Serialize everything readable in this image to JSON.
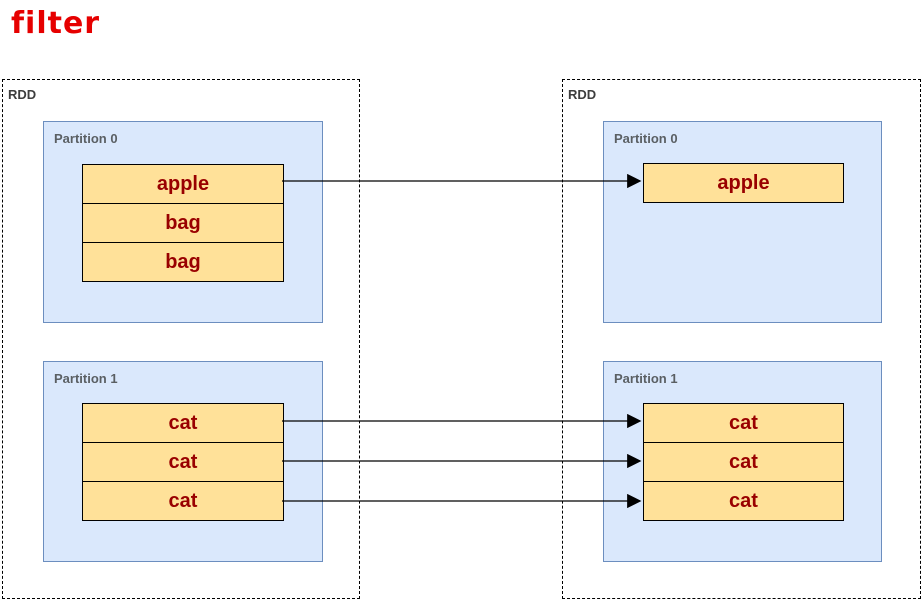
{
  "title": "filter",
  "colors": {
    "title_red": "#e60000",
    "item_fill": "#ffe199",
    "item_border": "#000000",
    "item_text": "#990000",
    "partition_fill": "#dae8fc",
    "partition_border": "#6c8ebf",
    "rdd_border": "#000000",
    "partition_label_gray": "#5a5f63",
    "rdd_label_gray": "#3d3d3d"
  },
  "rdds": [
    {
      "label": "RDD",
      "partitions": [
        {
          "label": "Partition 0",
          "items": [
            "apple",
            "bag",
            "bag"
          ]
        },
        {
          "label": "Partition 1",
          "items": [
            "cat",
            "cat",
            "cat"
          ]
        }
      ]
    },
    {
      "label": "RDD",
      "partitions": [
        {
          "label": "Partition 0",
          "items": [
            "apple"
          ]
        },
        {
          "label": "Partition 1",
          "items": [
            "cat",
            "cat",
            "cat"
          ]
        }
      ]
    }
  ],
  "arrows": [
    {
      "source": "rdd-0 / partition-0 / apple",
      "target": "rdd-1 / partition-0 / apple"
    },
    {
      "source": "rdd-0 / partition-1 / cat-0",
      "target": "rdd-1 / partition-1 / cat-0"
    },
    {
      "source": "rdd-0 / partition-1 / cat-1",
      "target": "rdd-1 / partition-1 / cat-1"
    },
    {
      "source": "rdd-0 / partition-1 / cat-2",
      "target": "rdd-1 / partition-1 / cat-2"
    }
  ]
}
